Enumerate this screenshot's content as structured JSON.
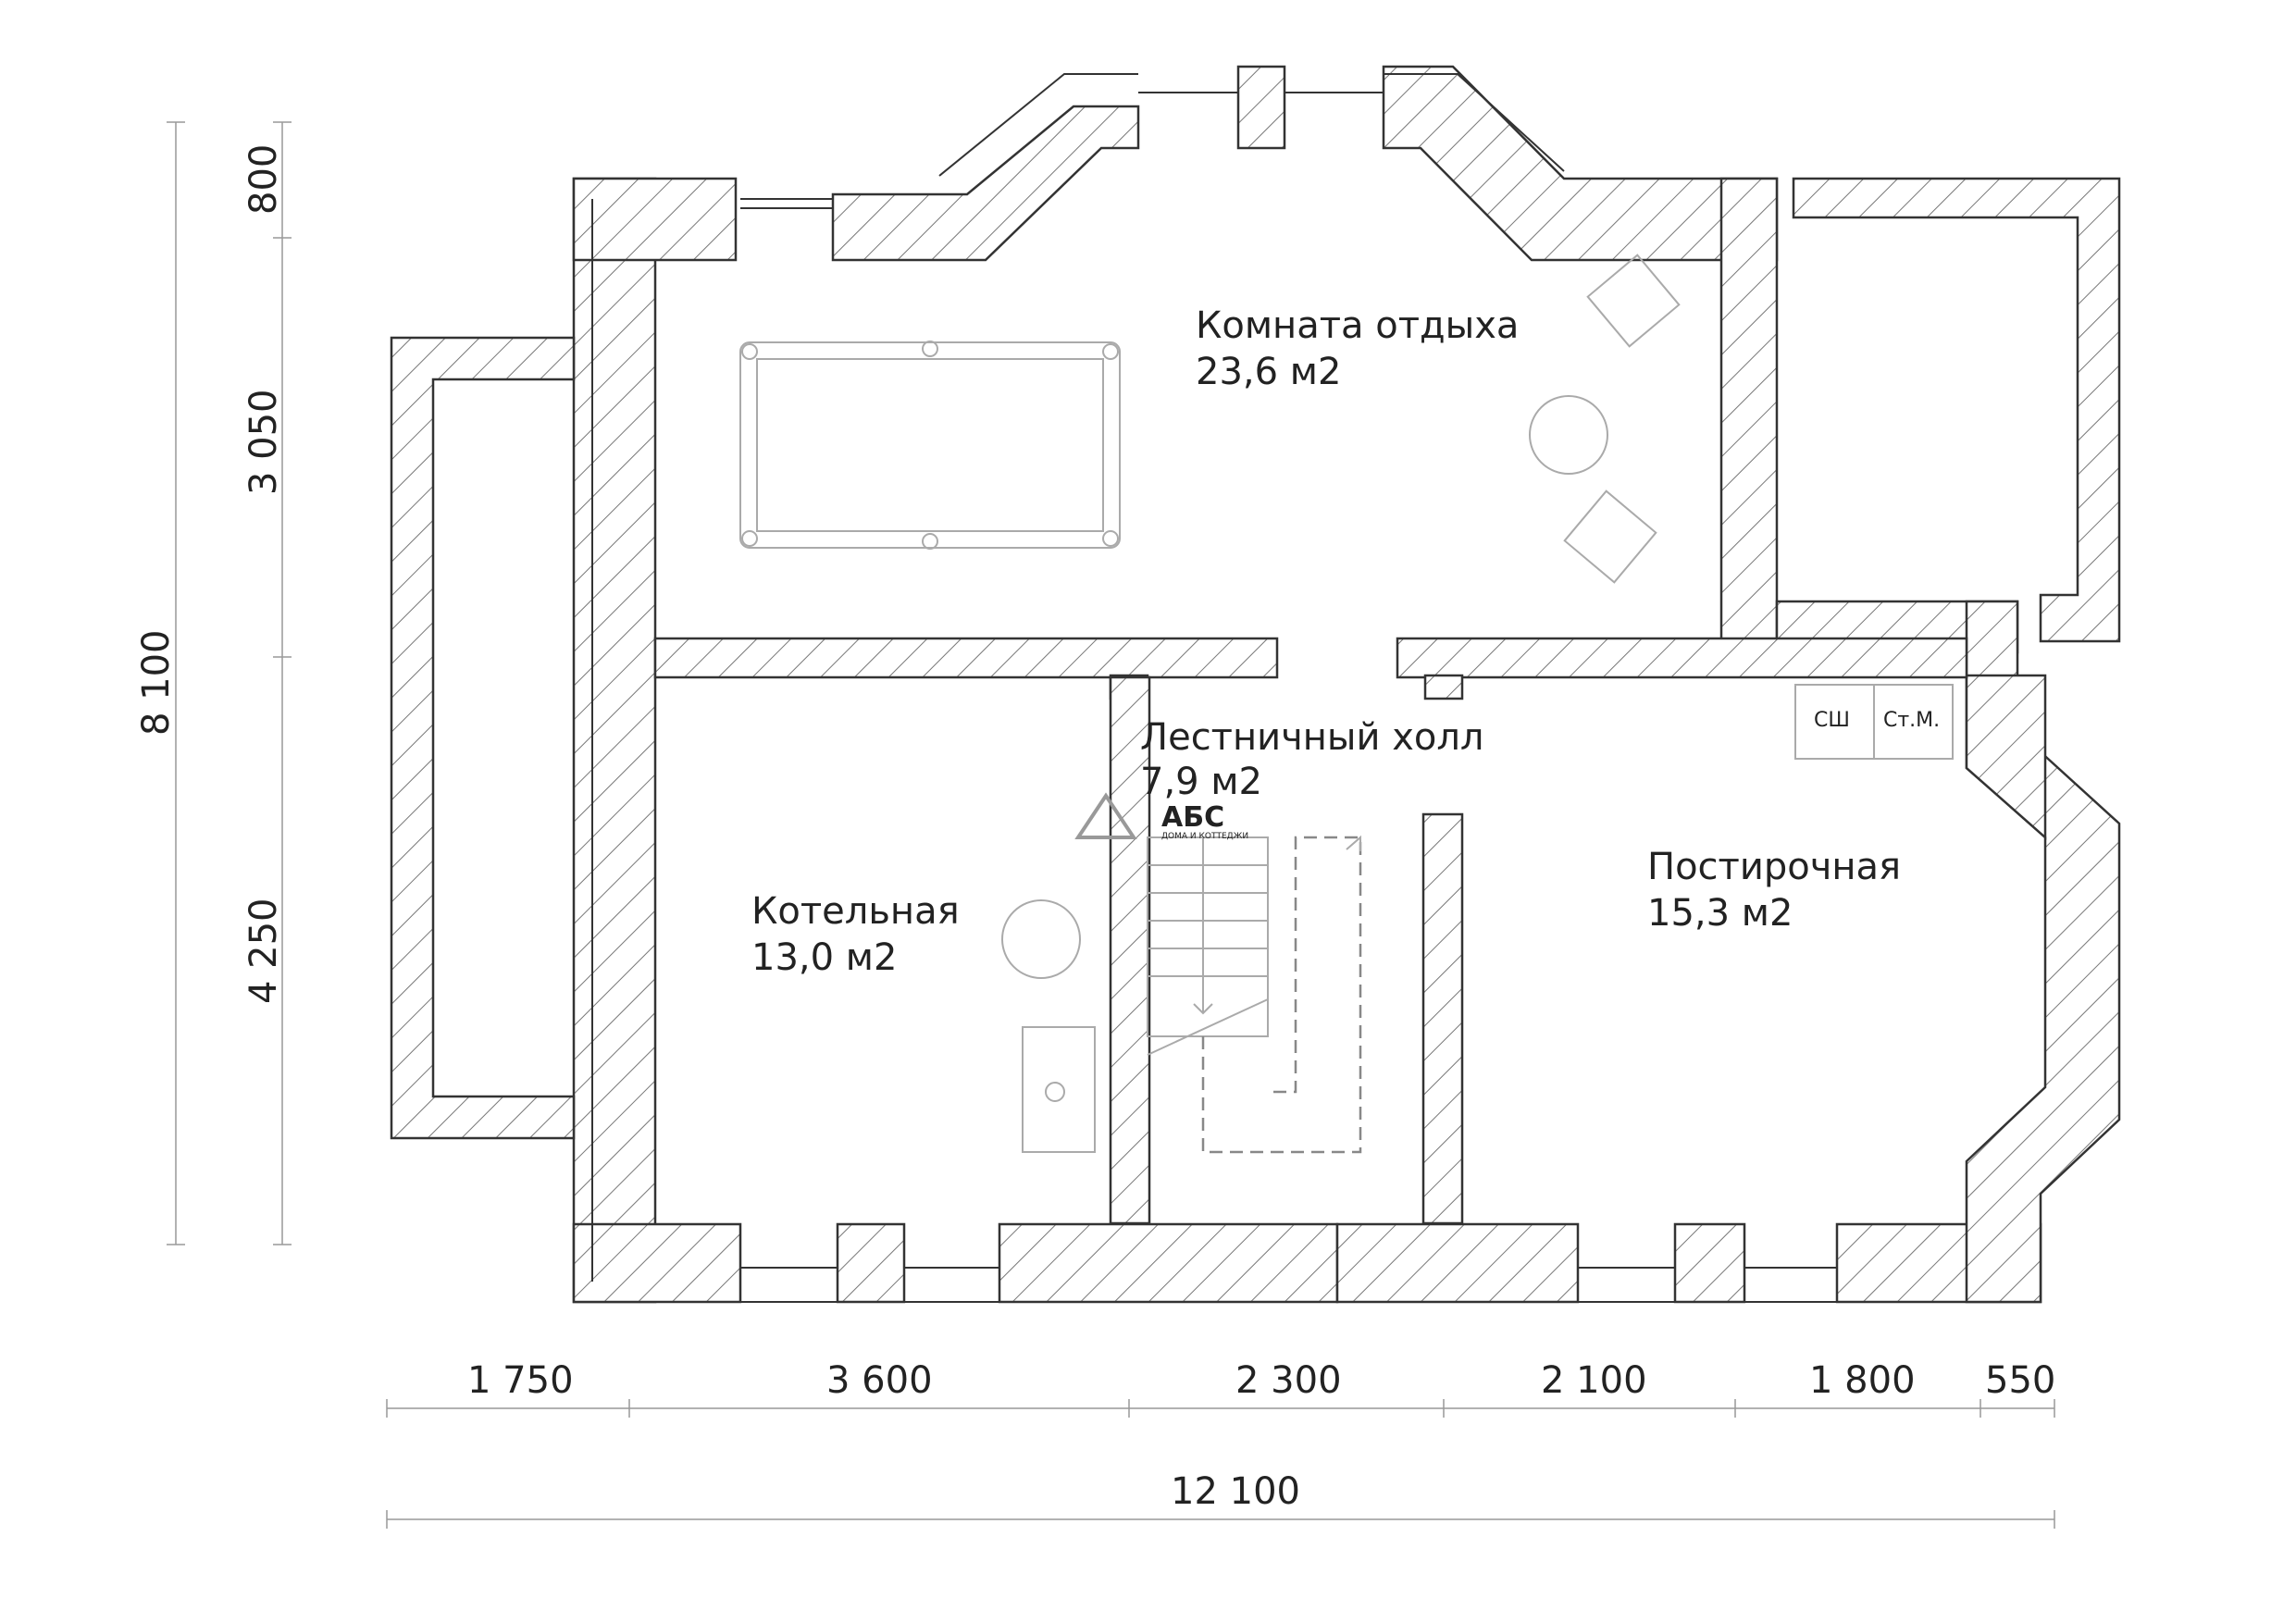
{
  "rooms": [
    {
      "name": "Комната отдыха",
      "area": "23,6 м2"
    },
    {
      "name": "Лестничный холл",
      "area": "7,9 м2"
    },
    {
      "name": "Котельная",
      "area": "13,0 м2"
    },
    {
      "name": "Постирочная",
      "area": "15,3 м2"
    }
  ],
  "appliances": {
    "dryer": "СШ",
    "washer": "Ст.М."
  },
  "logo": {
    "text": "АБС",
    "subtitle": "ДОМА И КОТТЕДЖИ"
  },
  "dimensions": {
    "bottom": [
      "1 750",
      "3 600",
      "2 300",
      "2 100",
      "1 800",
      "550"
    ],
    "total_width": "12 100",
    "left": [
      "800",
      "3 050",
      "4 250"
    ],
    "total_height": "8 100"
  },
  "colors": {
    "wall_stroke": "#333333",
    "hatch": "#777777",
    "furniture": "#aaaaaa",
    "dimension_line": "#999999"
  }
}
